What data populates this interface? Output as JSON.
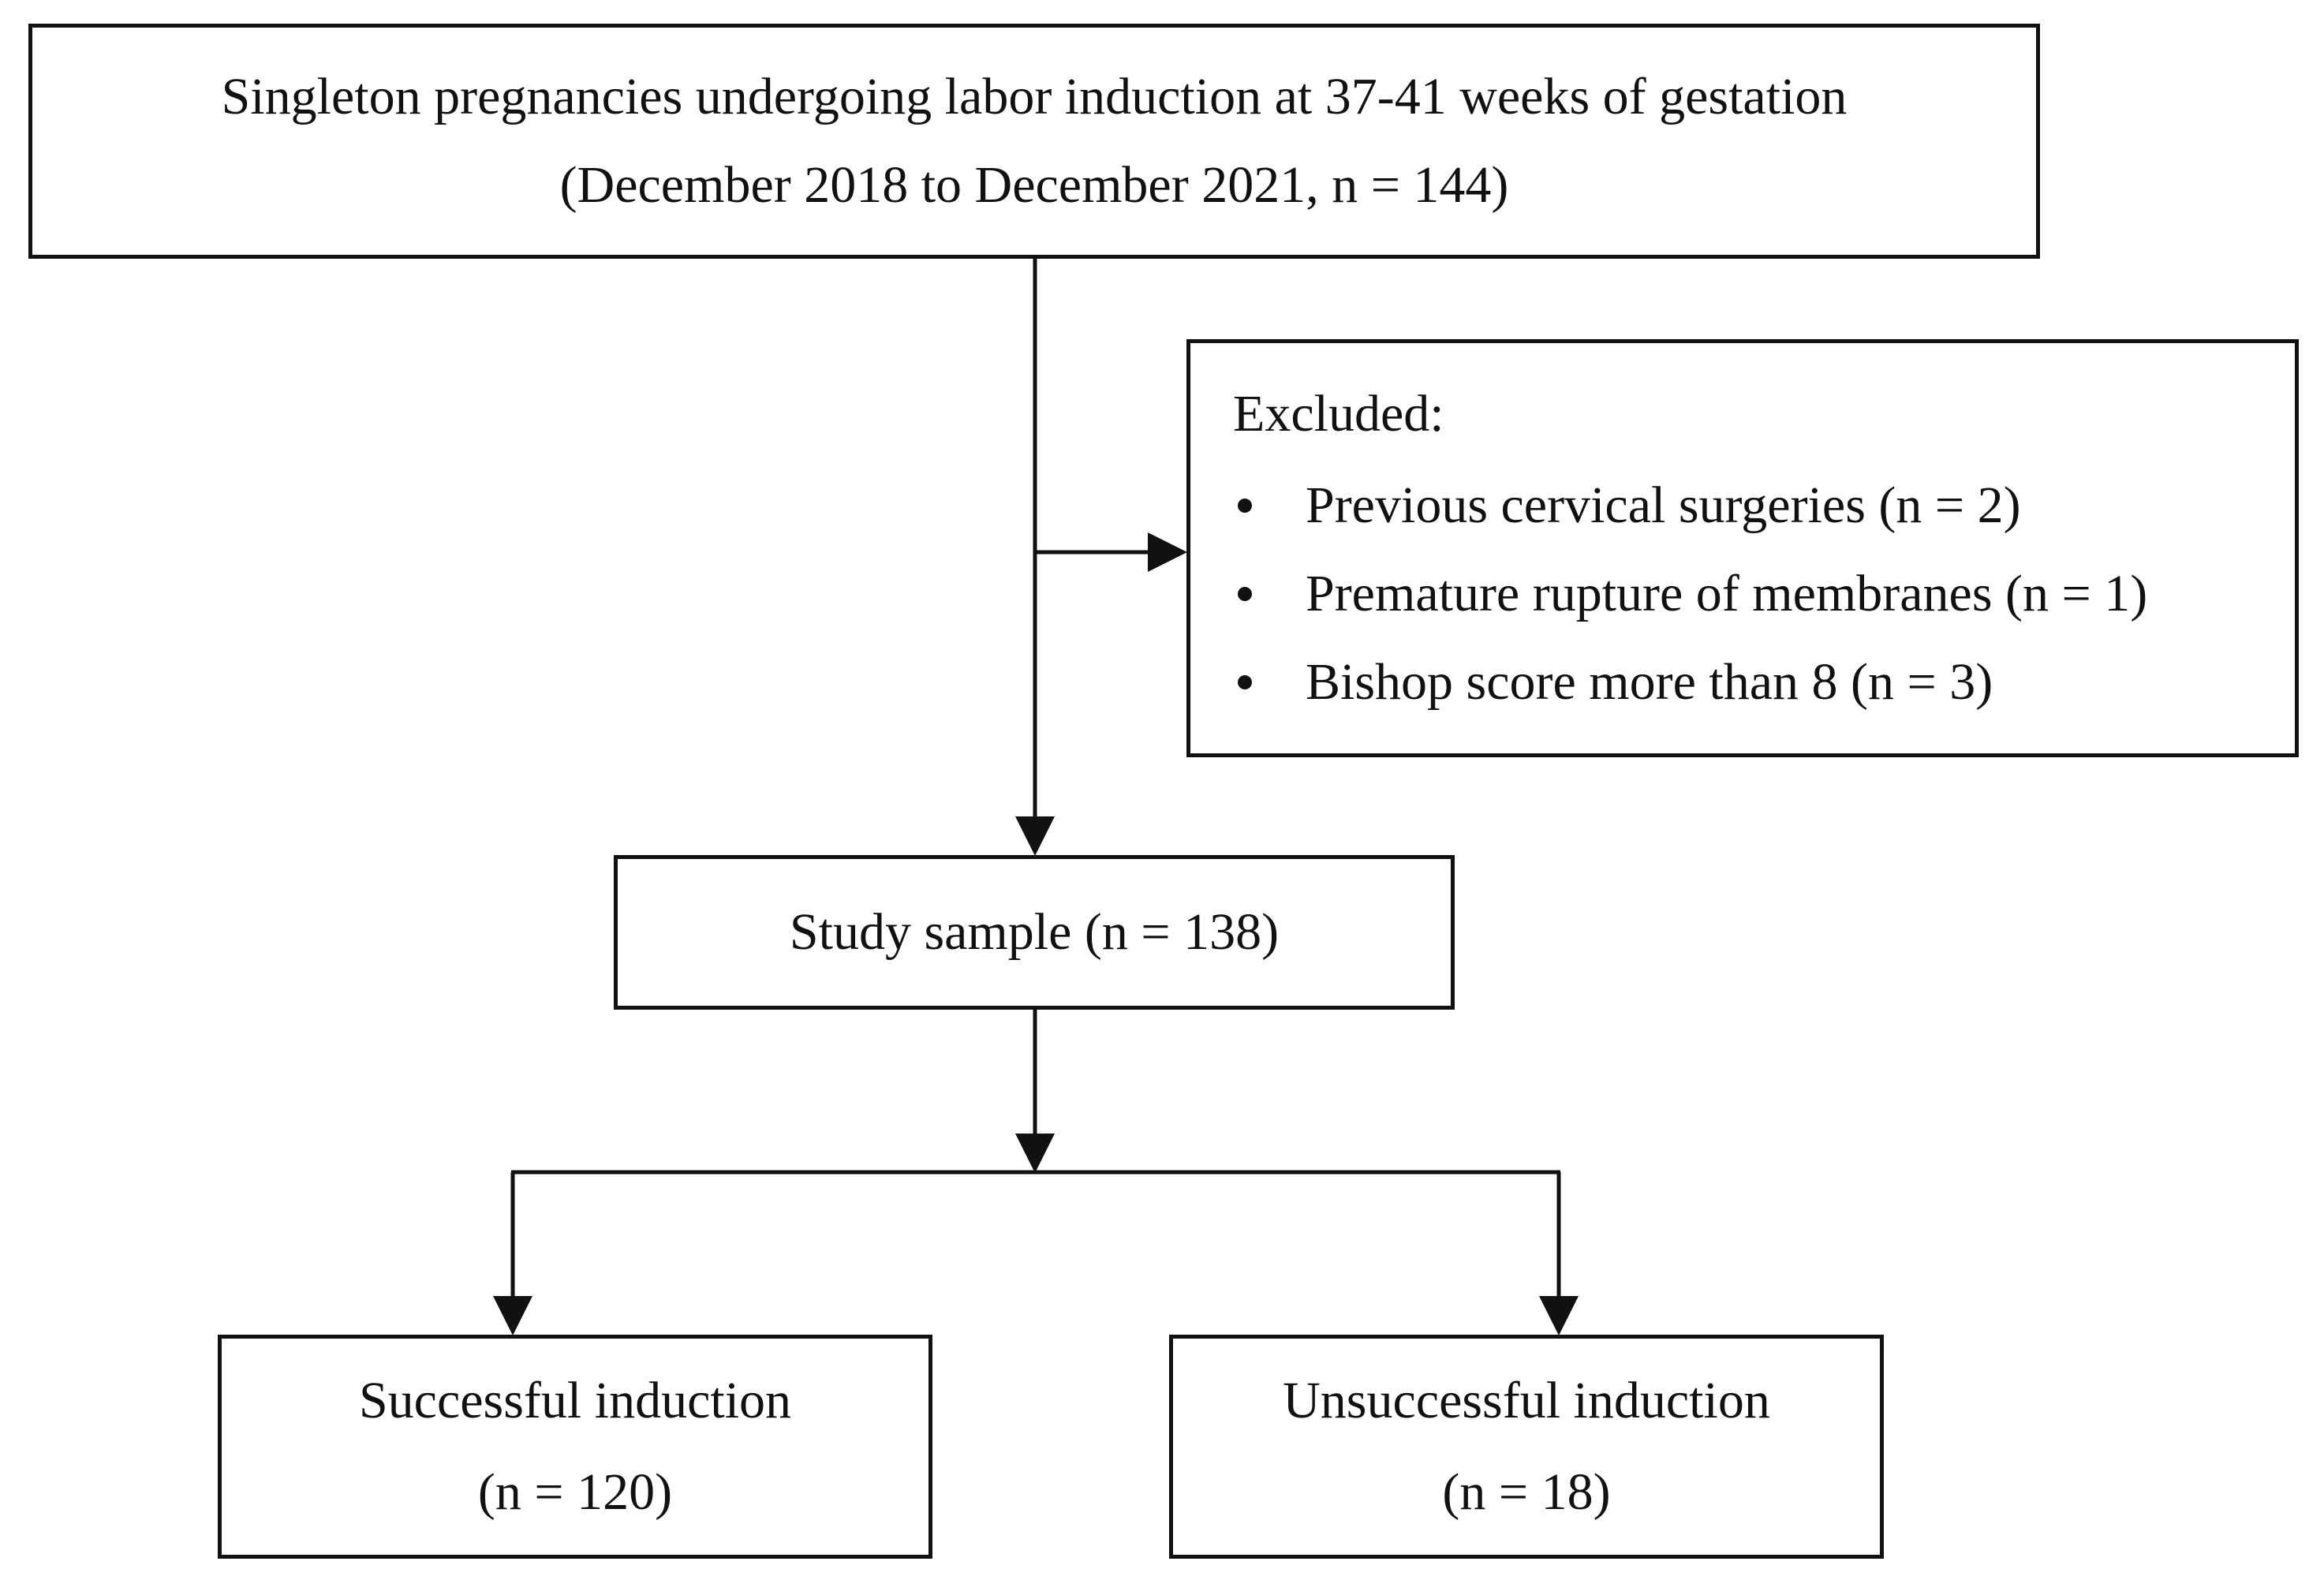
{
  "population": {
    "line1": "Singleton pregnancies undergoing labor induction at 37-41 weeks of gestation",
    "line2": "(December 2018 to December 2021, n = 144)"
  },
  "excluded": {
    "title": "Excluded:",
    "items": [
      {
        "label": "Previous cervical surgeries (n = 2)"
      },
      {
        "label": "Premature rupture of membranes (n = 1)"
      },
      {
        "label": "Bishop score more than 8 (n = 3)"
      }
    ]
  },
  "sample": {
    "label": "Study sample (n = 138)"
  },
  "outcomes": {
    "success": {
      "line1": "Successful induction",
      "line2": "(n = 120)"
    },
    "fail": {
      "line1": "Unsuccessful induction",
      "line2": "(n = 18)"
    }
  },
  "colors": {
    "stroke": "#111111",
    "background": "#ffffff"
  }
}
